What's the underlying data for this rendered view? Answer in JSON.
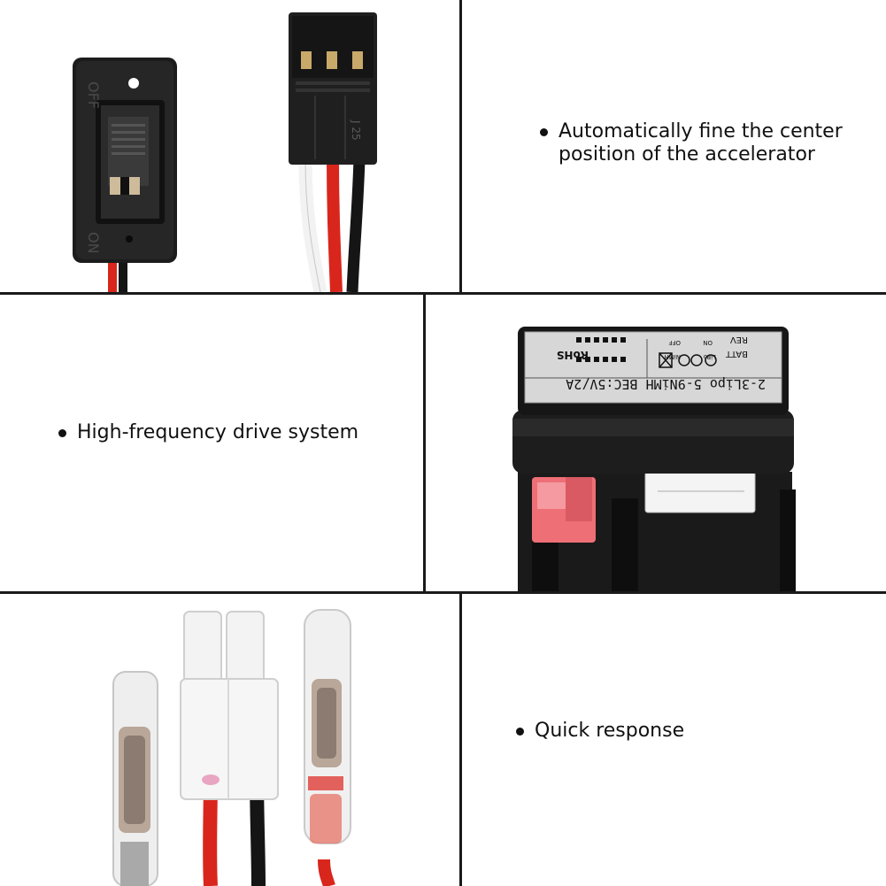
{
  "features": [
    {
      "text_line1": "Automatically fine the center",
      "text_line2": "position of the accelerator"
    },
    {
      "text": "High-frequency drive system"
    },
    {
      "text": "Quick response"
    }
  ],
  "esc_label": {
    "rating": "2-3Lipo 5-9NiMH BEC:5V/2A",
    "rohs": "RoHS",
    "batt": "BATT",
    "rev": "REV",
    "nimh": "NiMH",
    "lipo": "LiPo",
    "off": "OFF",
    "on": "ON"
  },
  "switch_marks": {
    "top": "OFF",
    "bottom": "ON"
  },
  "servo_connector_mark": "J 25",
  "colors": {
    "border": "#1a1a1a",
    "wire_red": "#d9261c",
    "wire_black": "#151515",
    "connector_pink": "#ee6f76"
  }
}
